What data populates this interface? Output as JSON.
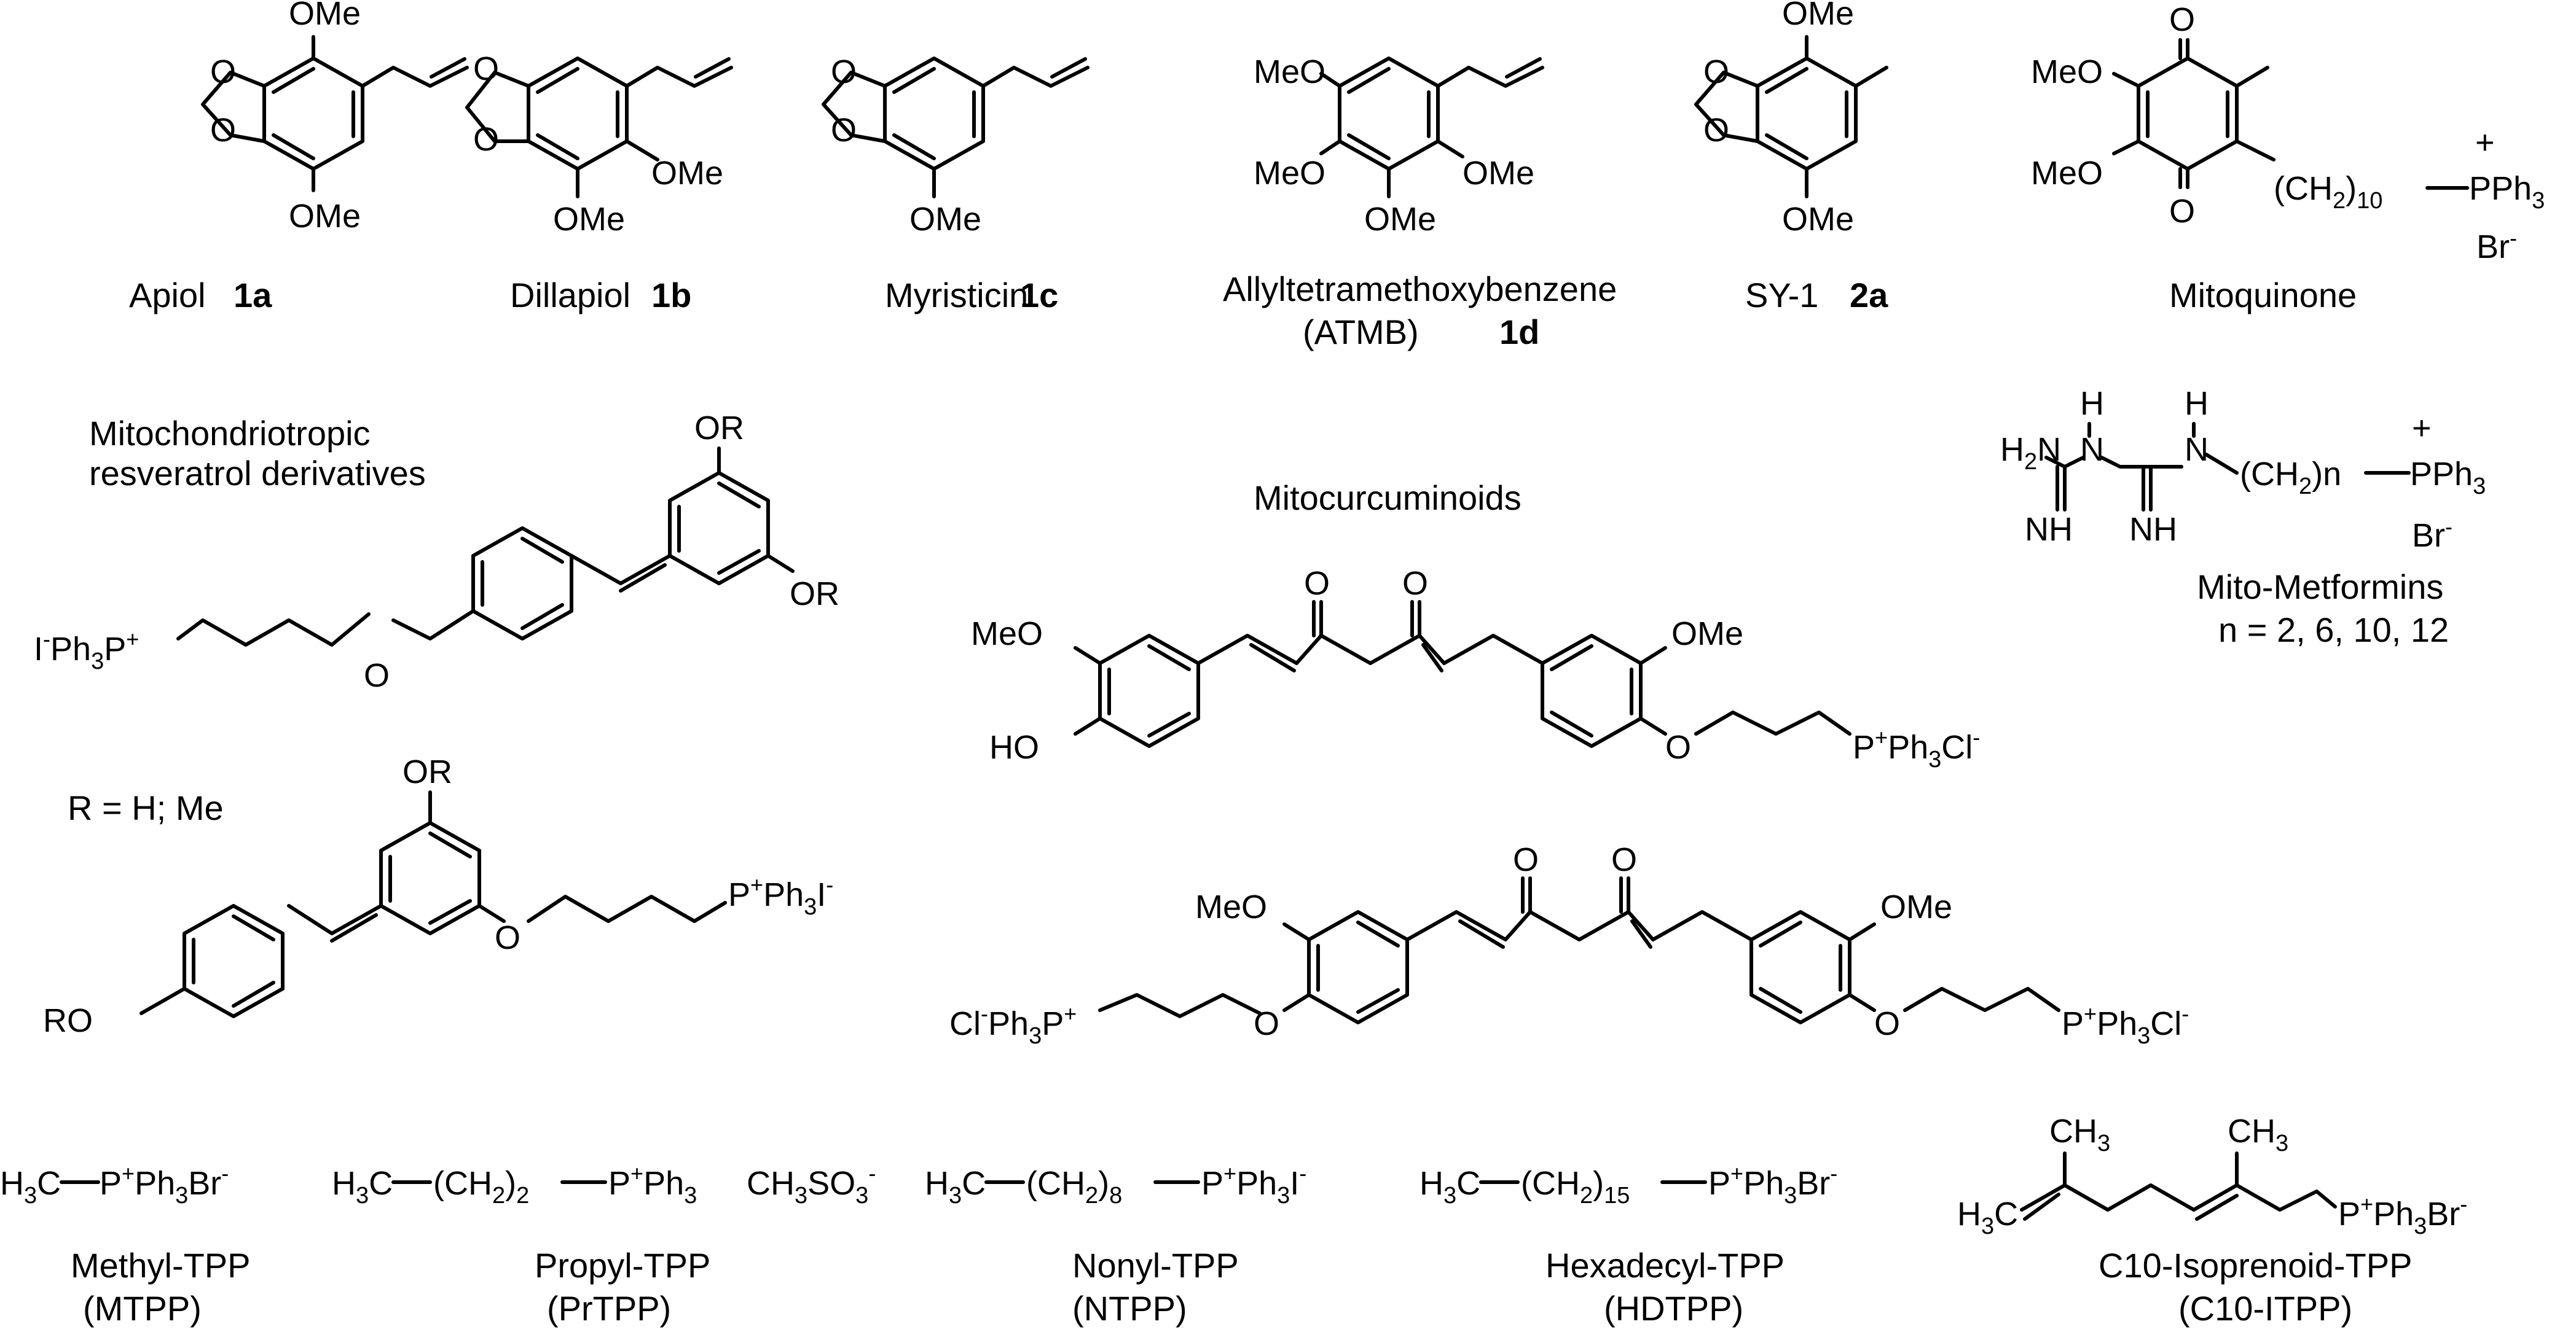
{
  "compounds": {
    "apiol": {
      "name": "Apiol",
      "id": "1a",
      "ome_top": "OMe",
      "ome_bottom": "OMe"
    },
    "dillapiol": {
      "name": "Dillapiol",
      "id": "1b",
      "ome_a": "OMe",
      "ome_b": "OMe"
    },
    "myristicin": {
      "name": "Myristicin",
      "id": "1c",
      "ome": "OMe"
    },
    "atmb": {
      "name": "Allyltetramethoxybenzene",
      "abbr": "(ATMB)",
      "id": "1d",
      "meo_a": "MeO",
      "meo_b": "MeO",
      "ome_a": "OMe",
      "ome_b": "OMe"
    },
    "sy1": {
      "name": "SY-1",
      "id": "2a",
      "ome_top": "OMe",
      "ome_bottom": "OMe"
    },
    "mitoquinone": {
      "name": "Mitoquinone",
      "o_top": "O",
      "o_bottom": "O",
      "meo_a": "MeO",
      "meo_b": "MeO",
      "chain": "(CH",
      "chain_sub": "2",
      "chain_close": ")",
      "chain_n": "10",
      "plus": "+",
      "pph": "PPh",
      "pph_sub": "3",
      "br": "Br",
      "br_charge": "-"
    }
  },
  "resveratrol": {
    "title_line1": "Mitochondriotropic",
    "title_line2": "resveratrol derivatives",
    "or": "OR",
    "o": "O",
    "i": "I",
    "i_charge": "-",
    "ph3p": "Ph",
    "ph3p_sub": "3",
    "ph3p_p": "P",
    "plus": "+",
    "r_def": "R = H; Me",
    "p": "P",
    "ph3": "Ph",
    "ph3_sub": "3",
    "ro": "RO"
  },
  "mitocurcuminoids": {
    "title": "Mitocurcuminoids",
    "o": "O",
    "meo": "MeO",
    "ome": "OMe",
    "ho": "HO",
    "p": "P",
    "plus": "+",
    "ph3cl": "Ph",
    "sub3": "3",
    "cl": "Cl",
    "minus": "-"
  },
  "mito_metformins": {
    "name": "Mito-Metformins",
    "n_values": "n = 2, 6, 10, 12",
    "h": "H",
    "h2n": "H",
    "h2n_sub": "2",
    "h2n_n": "N",
    "n": "N",
    "nh": "NH",
    "chain": "(CH",
    "chain_sub": "2",
    "chain_n": ")n",
    "plus": "+",
    "pph": "PPh",
    "pph_sub": "3",
    "br": "Br",
    "br_charge": "-"
  },
  "tpp_series": [
    {
      "name": "Methyl-TPP",
      "abbr": "(MTPP)"
    },
    {
      "name": "Propyl-TPP",
      "abbr": "(PrTPP)"
    },
    {
      "name": "Nonyl-TPP",
      "abbr": "(NTPP)"
    },
    {
      "name": "Hexadecyl-TPP",
      "abbr": "(HDTPP)"
    },
    {
      "name": "C10-Isoprenoid-TPP",
      "abbr": "(C10-ITPP)"
    }
  ],
  "tpp_formula": {
    "h3c": "H",
    "h3c_sub": "3",
    "h3c_c": "C",
    "p": "P",
    "plus": "+",
    "ph3": "Ph",
    "sub3": "3",
    "br": "Br",
    "minus": "-",
    "ch2": "(CH",
    "sub2": ")",
    "n2": "2",
    "n8": "8",
    "n15": "15",
    "ch3so3": "CH",
    "so3": "SO",
    "i": "I",
    "ch3": "CH"
  }
}
